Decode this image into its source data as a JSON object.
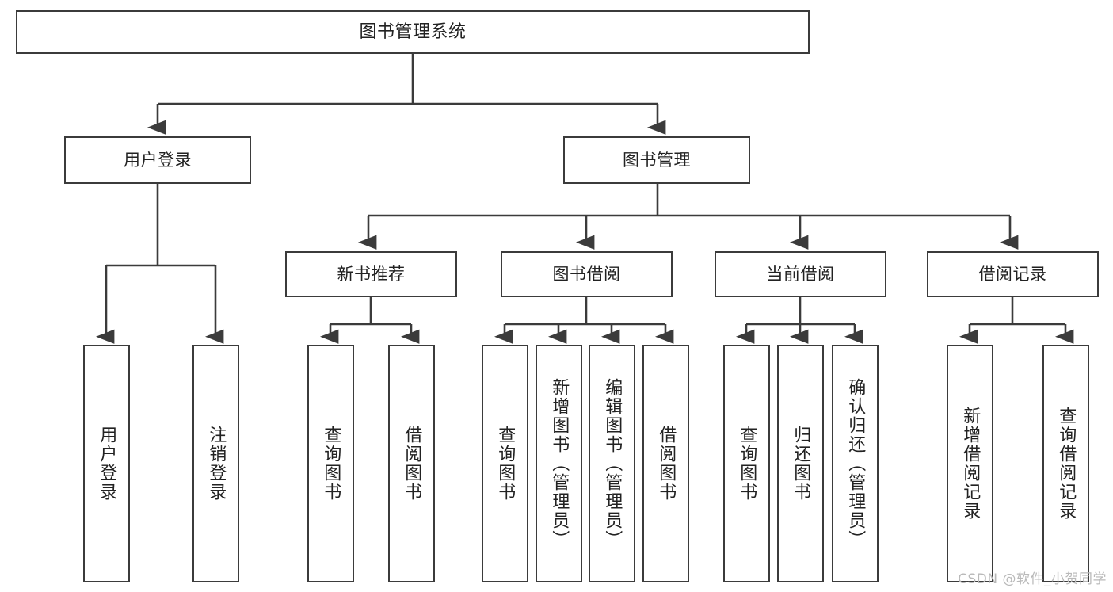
{
  "diagram": {
    "title": "图书管理系统",
    "type": "tree-hierarchy",
    "root": {
      "label": "图书管理系统"
    },
    "level1": [
      {
        "label": "用户登录"
      },
      {
        "label": "图书管理"
      }
    ],
    "level2": [
      {
        "label": "新书推荐"
      },
      {
        "label": "图书借阅"
      },
      {
        "label": "当前借阅"
      },
      {
        "label": "借阅记录"
      }
    ],
    "leaves": {
      "user_login": [
        {
          "label": "用户登录"
        },
        {
          "label": "注销登录"
        }
      ],
      "new_book_recommend": [
        {
          "label": "查询图书"
        },
        {
          "label": "借阅图书"
        }
      ],
      "book_borrow": [
        {
          "label": "查询图书"
        },
        {
          "label": "新增图书（管理员）"
        },
        {
          "label": "编辑图书（管理员）"
        },
        {
          "label": "借阅图书"
        }
      ],
      "current_borrow": [
        {
          "label": "查询图书"
        },
        {
          "label": "归还图书"
        },
        {
          "label": "确认归还（管理员）"
        }
      ],
      "borrow_record": [
        {
          "label": "新增借阅记录"
        },
        {
          "label": "查询借阅记录"
        }
      ]
    }
  },
  "watermark": {
    "text": "CSDN @软件_小贺同学"
  },
  "colors": {
    "stroke": "#3b3b3b",
    "background": "#ffffff",
    "text": "#222222",
    "watermark": "#b9b9b9"
  }
}
